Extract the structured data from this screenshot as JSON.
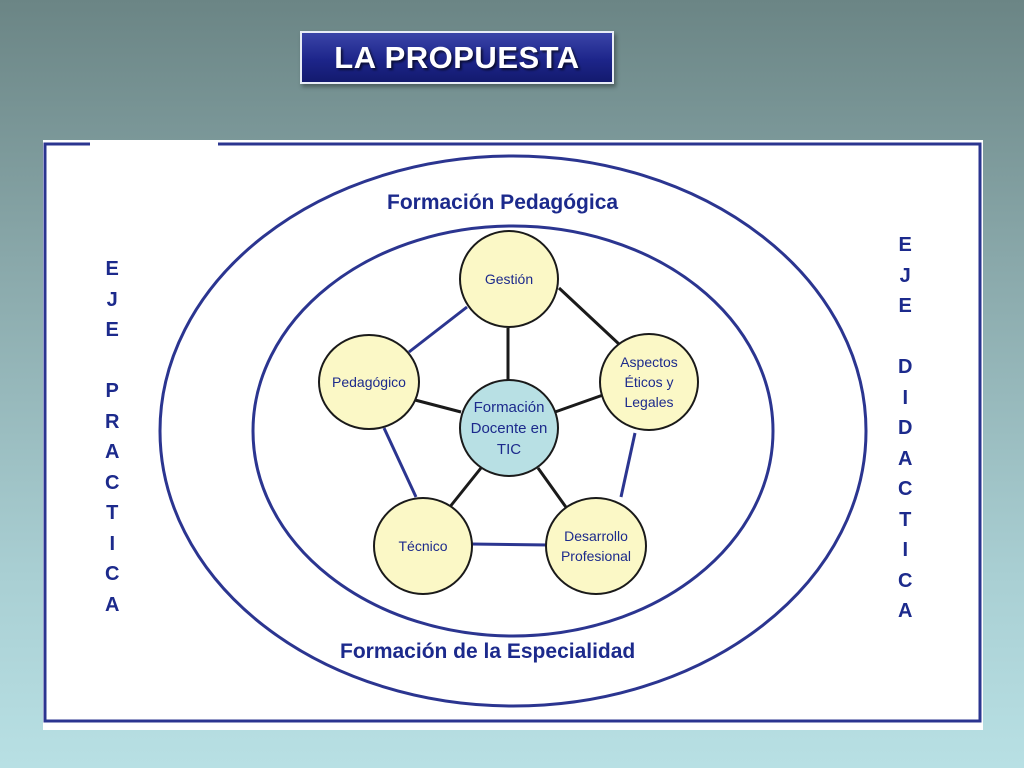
{
  "slide": {
    "title": "LA PROPUESTA"
  },
  "diagram": {
    "outer_label_top": "Formación Pedagógica",
    "outer_label_bottom": "Formación de la Especialidad",
    "left_axis": {
      "word1": [
        "E",
        "J",
        "E"
      ],
      "word2": [
        "P",
        "R",
        "A",
        "C",
        "T",
        "I",
        "C",
        "A"
      ]
    },
    "right_axis": {
      "word1": [
        "E",
        "J",
        "E"
      ],
      "word2": [
        "D",
        "I",
        "D",
        "A",
        "C",
        "T",
        "I",
        "C",
        "A"
      ]
    },
    "center_node": "Formación Docente en TIC",
    "nodes": {
      "gestion": "Gestión",
      "aspectos": "Aspectos Éticos y Legales",
      "desarrollo": "Desarrollo Profesional",
      "tecnico": "Técnico",
      "pedagogico": "Pedagógico"
    },
    "colors": {
      "frame": "#2b3590",
      "text": "#1c2a8c",
      "outer_node_fill": "#fbf8c6",
      "center_node_fill": "#b8e0e4"
    }
  }
}
